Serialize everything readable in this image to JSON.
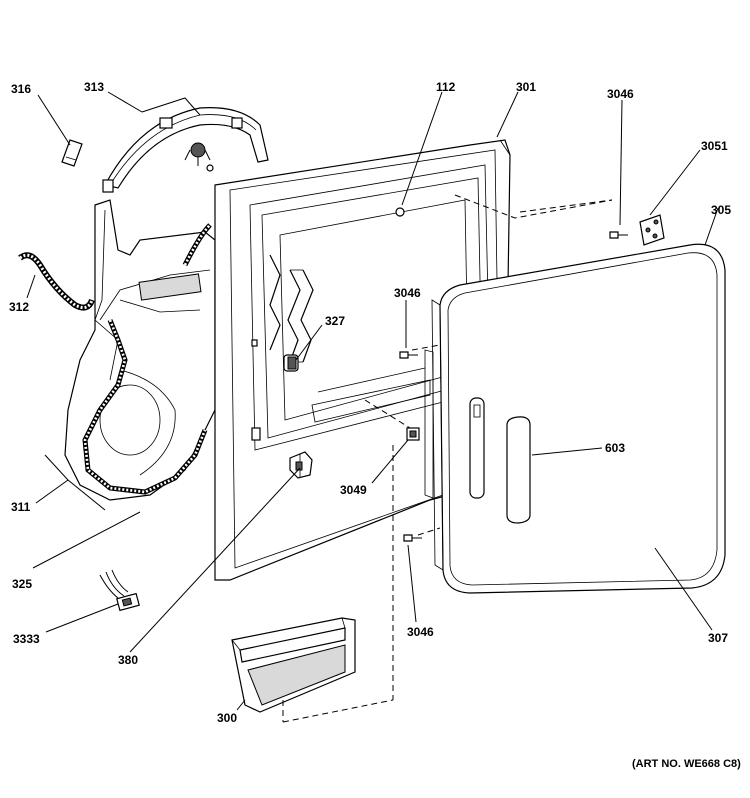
{
  "diagram": {
    "labels": {
      "316": "316",
      "313": "313",
      "312": "312",
      "311": "311",
      "325": "325",
      "3333": "3333",
      "380": "380",
      "300": "300",
      "112": "112",
      "301": "301",
      "3046_top": "3046",
      "3051": "3051",
      "305": "305",
      "3046_mid": "3046",
      "327": "327",
      "603": "603",
      "3049": "3049",
      "3046_bottom": "3046",
      "307": "307"
    },
    "art_number": "(ART NO. WE668 C8)"
  }
}
